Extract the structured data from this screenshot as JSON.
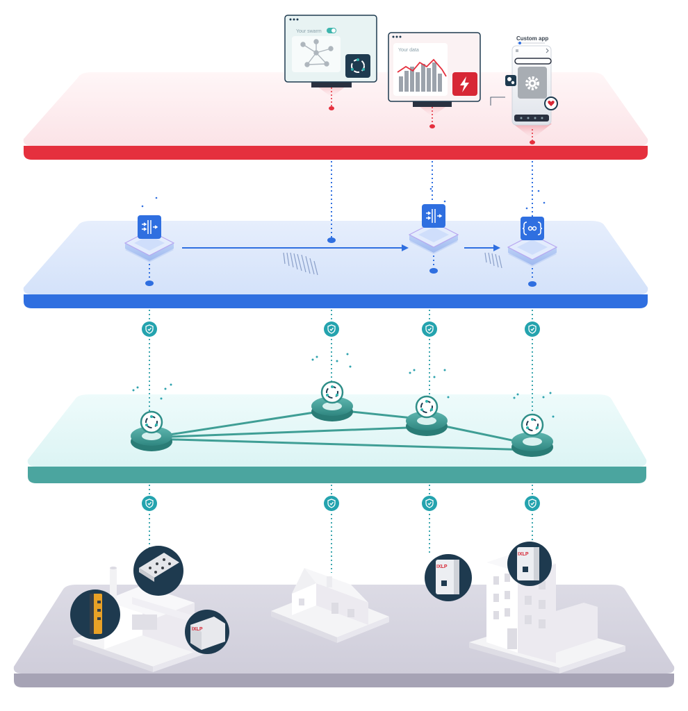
{
  "layers": [
    {
      "id": "application",
      "color": "#e5303e",
      "top_color": "#fdf1f3"
    },
    {
      "id": "data",
      "color": "#2f6fe0",
      "top_color": "#dde8fb"
    },
    {
      "id": "swarm",
      "color": "#4ba59f",
      "top_color": "#e6f8f8"
    },
    {
      "id": "devices",
      "color": "#a6a3b5",
      "top_color": "#d6d5e0"
    }
  ],
  "apps": {
    "swarm_window": {
      "label": "Your swarm",
      "icon": "swarm-logo-icon"
    },
    "data_window": {
      "label": "Your data",
      "icon": "lightning-icon"
    },
    "custom_app": {
      "label": "Custom app",
      "icons": [
        "gear-icon",
        "cogs-icon",
        "heart-icon"
      ]
    }
  },
  "data_layer": {
    "modules": [
      {
        "id": "module-1",
        "icon": "filter-icon"
      },
      {
        "id": "module-2",
        "icon": "filter-icon"
      },
      {
        "id": "module-3",
        "icon": "function-icon"
      }
    ]
  },
  "swarm_layer": {
    "nodes": [
      "node-1",
      "node-2",
      "node-3",
      "node-4"
    ],
    "node_icon": "swarm-logo-icon"
  },
  "device_layer": {
    "buildings": [
      "factory",
      "house",
      "office-building"
    ],
    "badge_text": "IXLP",
    "security_icon": "shield-check-icon"
  },
  "colors": {
    "red": "#e5303e",
    "blue": "#2f6fe0",
    "teal": "#4ba59f",
    "navy": "#1e3a4f",
    "grey": "#a6a3b5"
  }
}
